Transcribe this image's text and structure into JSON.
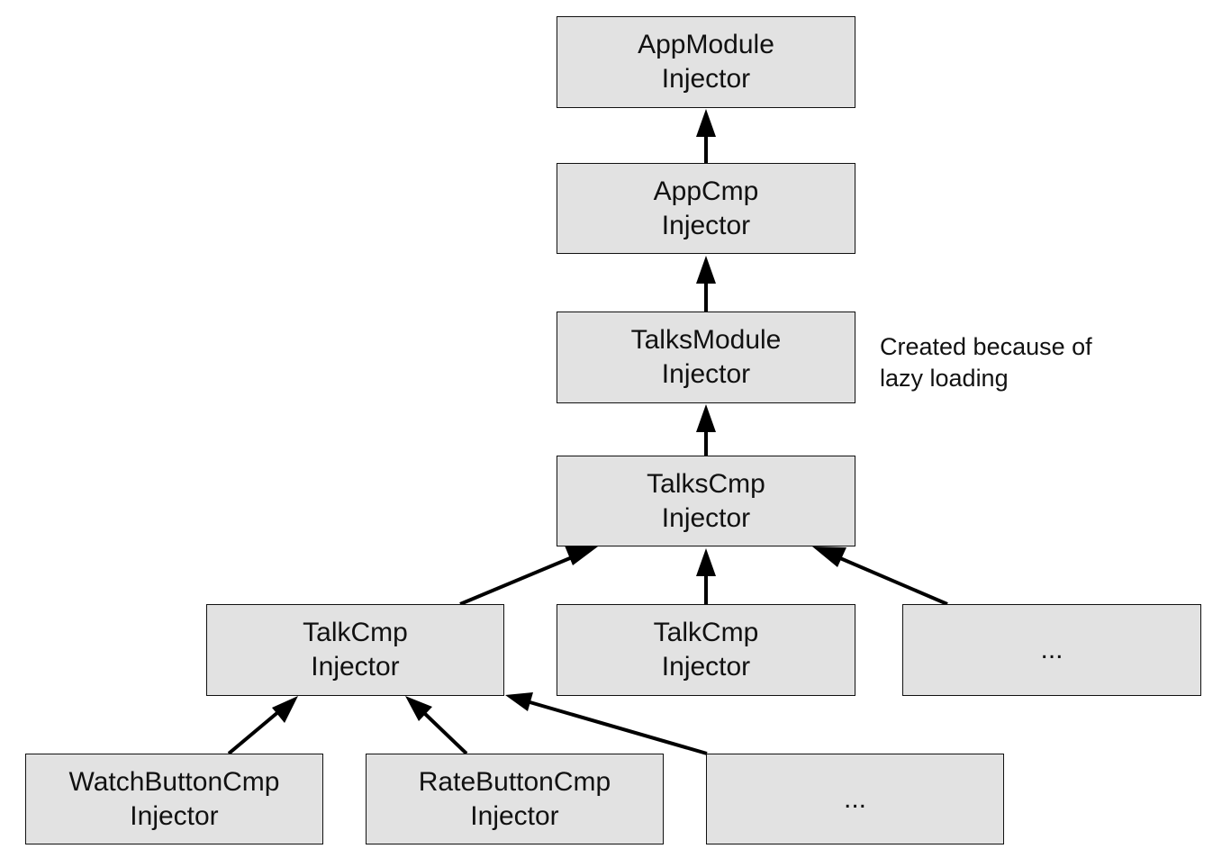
{
  "nodes": {
    "app_module": {
      "line1": "AppModule",
      "line2": "Injector"
    },
    "app_cmp": {
      "line1": "AppCmp",
      "line2": "Injector"
    },
    "talks_module": {
      "line1": "TalksModule",
      "line2": "Injector"
    },
    "talks_cmp": {
      "line1": "TalksCmp",
      "line2": "Injector"
    },
    "talk_cmp_1": {
      "line1": "TalkCmp",
      "line2": "Injector"
    },
    "talk_cmp_2": {
      "line1": "TalkCmp",
      "line2": "Injector"
    },
    "ellipsis_1": {
      "line1": "..."
    },
    "watch_button_cmp": {
      "line1": "WatchButtonCmp",
      "line2": "Injector"
    },
    "rate_button_cmp": {
      "line1": "RateButtonCmp",
      "line2": "Injector"
    },
    "ellipsis_2": {
      "line1": "..."
    }
  },
  "annotation": {
    "line1": "Created because of",
    "line2": "lazy loading"
  },
  "colors": {
    "box_fill": "#e2e2e2",
    "stroke": "#111111"
  }
}
